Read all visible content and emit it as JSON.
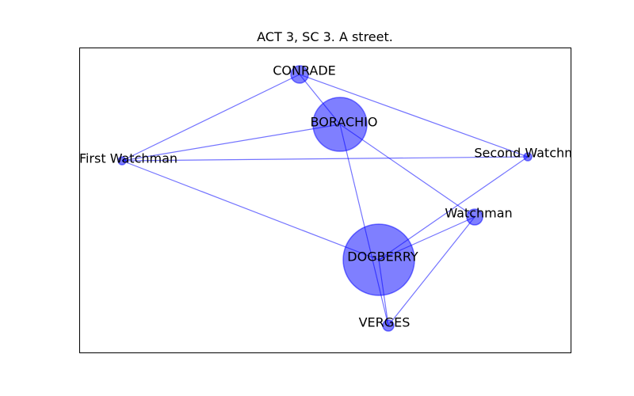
{
  "title": "ACT 3, SC 3. A street.",
  "colors": {
    "node_fill": "#0000ff",
    "node_opacity": 0.5,
    "edge": "#0000ff",
    "edge_opacity": 0.55,
    "frame": "#000000"
  },
  "graph": {
    "nodes": [
      {
        "id": "conrade",
        "label": "CONRADE"
      },
      {
        "id": "borachio",
        "label": "BORACHIO"
      },
      {
        "id": "first_watchman",
        "label": "First Watchman"
      },
      {
        "id": "second_watchman",
        "label": "Second Watchman"
      },
      {
        "id": "watchman",
        "label": "Watchman"
      },
      {
        "id": "dogberry",
        "label": "DOGBERRY"
      },
      {
        "id": "verges",
        "label": "VERGES"
      }
    ],
    "edges": [
      [
        "conrade",
        "borachio"
      ],
      [
        "conrade",
        "first_watchman"
      ],
      [
        "conrade",
        "second_watchman"
      ],
      [
        "borachio",
        "first_watchman"
      ],
      [
        "borachio",
        "watchman"
      ],
      [
        "borachio",
        "verges"
      ],
      [
        "first_watchman",
        "second_watchman"
      ],
      [
        "first_watchman",
        "dogberry"
      ],
      [
        "second_watchman",
        "dogberry"
      ],
      [
        "watchman",
        "dogberry"
      ],
      [
        "watchman",
        "verges"
      ],
      [
        "dogberry",
        "verges"
      ]
    ]
  }
}
